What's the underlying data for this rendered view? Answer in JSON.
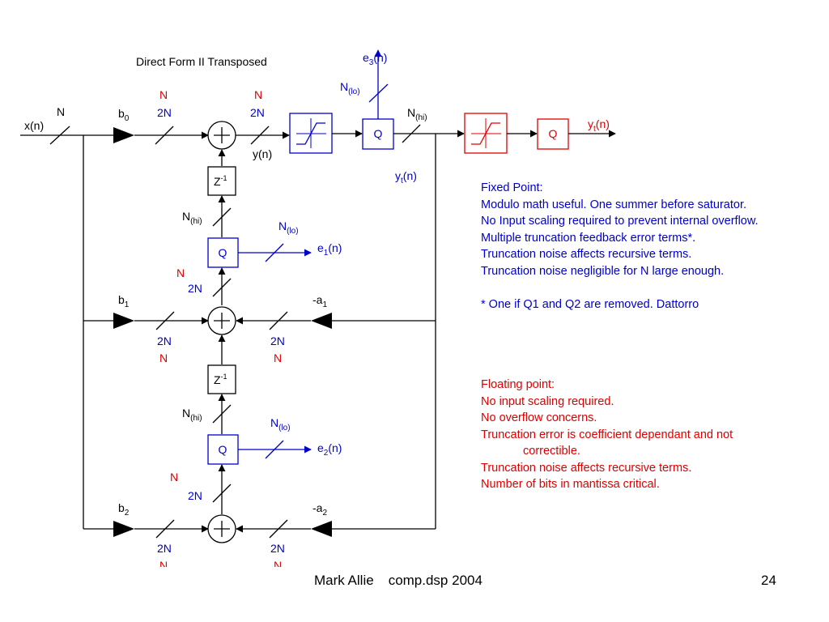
{
  "diagram": {
    "title": "Direct Form II Transposed",
    "signals": {
      "x": "x(n)",
      "y": "y(n)",
      "yt_mid": "y",
      "yt_out": "y",
      "t_sub": "t",
      "e3": "e",
      "e1": "e",
      "e2": "e",
      "e_arg": "(n)",
      "sub1": "1",
      "sub2": "2",
      "sub3": "3"
    },
    "coefficients": {
      "b": "b",
      "a_neg": "-a",
      "sub0": "0",
      "sub1": "1",
      "sub2": "2"
    },
    "bus_widths": {
      "n": "N",
      "two_n": "2N",
      "n_base": "N",
      "hi": "(hi)",
      "lo": "(lo)"
    },
    "blocks": {
      "quantizer": "Q",
      "delay_base": "Z",
      "delay_exp": "-1"
    },
    "colors": {
      "fixed_point": "#0000cc",
      "floating_point": "#e00000",
      "wire": "#000000"
    }
  },
  "notes": {
    "fixed_point": [
      "Fixed Point:",
      "Modulo math useful.  One summer before saturator.",
      "No Input scaling required to prevent internal overflow.",
      "Multiple truncation feedback error terms*.",
      "Truncation noise affects recursive terms.",
      "Truncation noise negligible for N large enough.",
      "",
      "* One if Q1 and Q2 are removed.  Dattorro"
    ],
    "floating_point": [
      "Floating point:",
      "No input scaling required.",
      "No overflow concerns.",
      "Truncation error is coefficient dependant and not",
      "correctible.",
      "Truncation noise affects recursive terms.",
      "Number of bits in mantissa critical."
    ]
  },
  "footer": {
    "author": "Mark Allie",
    "source": "comp.dsp 2004",
    "page": "24"
  }
}
